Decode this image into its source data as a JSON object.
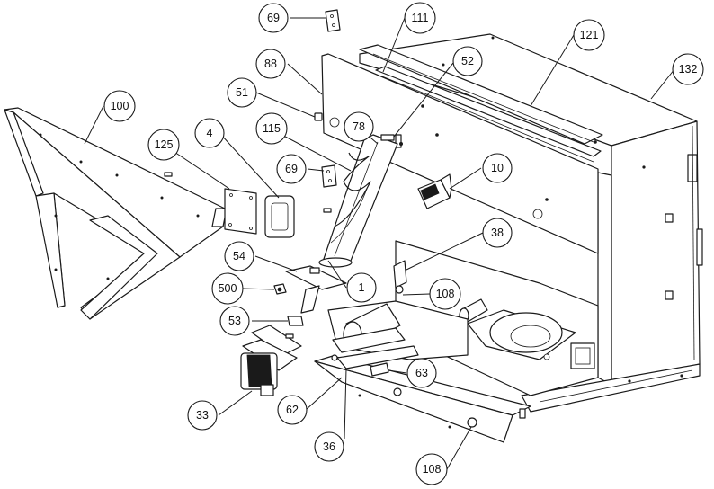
{
  "callouts": [
    {
      "id": "c69a",
      "label": "69"
    },
    {
      "id": "c111",
      "label": "111"
    },
    {
      "id": "c121",
      "label": "121"
    },
    {
      "id": "c88",
      "label": "88"
    },
    {
      "id": "c52",
      "label": "52"
    },
    {
      "id": "c132",
      "label": "132"
    },
    {
      "id": "c51",
      "label": "51"
    },
    {
      "id": "c100",
      "label": "100"
    },
    {
      "id": "c78",
      "label": "78"
    },
    {
      "id": "c115",
      "label": "115"
    },
    {
      "id": "c125",
      "label": "125"
    },
    {
      "id": "c4",
      "label": "4"
    },
    {
      "id": "c69b",
      "label": "69"
    },
    {
      "id": "c10",
      "label": "10"
    },
    {
      "id": "c38",
      "label": "38"
    },
    {
      "id": "c54",
      "label": "54"
    },
    {
      "id": "c1",
      "label": "1"
    },
    {
      "id": "c500",
      "label": "500"
    },
    {
      "id": "c108a",
      "label": "108"
    },
    {
      "id": "c53",
      "label": "53"
    },
    {
      "id": "c63",
      "label": "63"
    },
    {
      "id": "c33",
      "label": "33"
    },
    {
      "id": "c62",
      "label": "62"
    },
    {
      "id": "c36",
      "label": "36"
    },
    {
      "id": "c108b",
      "label": "108"
    }
  ]
}
